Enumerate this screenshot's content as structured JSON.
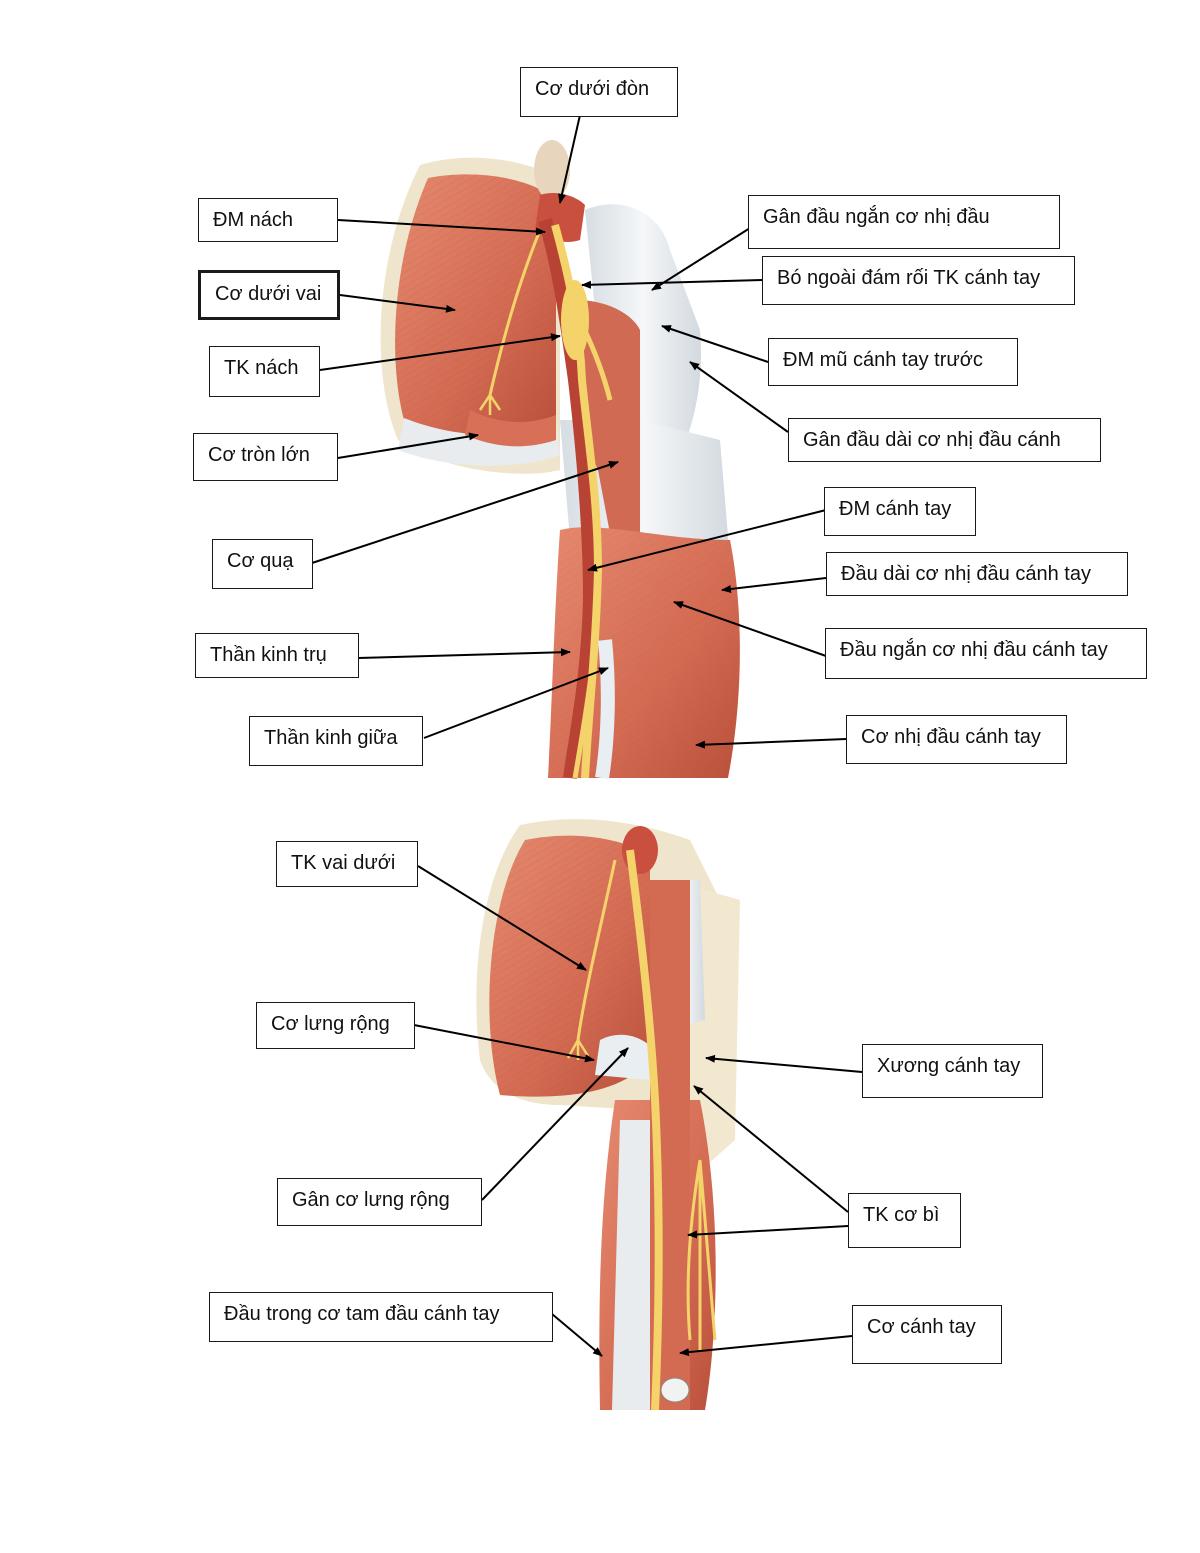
{
  "labels": {
    "co_duoi_don": "Cơ dưới đòn",
    "dm_nach": "ĐM nách",
    "gan_dau_ngan": "Gân đầu ngắn cơ nhị đầu",
    "bo_ngoai": "Bó ngoài đám rối TK cánh tay",
    "co_duoi_vai": "Cơ dưới vai",
    "tk_nach": "TK nách",
    "dm_mu": "ĐM mũ cánh tay trước",
    "gan_dau_dai": "Gân đầu dài cơ nhị đầu cánh",
    "co_tron_lon": "Cơ tròn lớn",
    "dm_canh_tay": "ĐM cánh tay",
    "co_qua": "Cơ quạ",
    "dau_dai": "Đầu dài cơ nhị đầu cánh tay",
    "dau_ngan": "Đầu ngắn cơ nhị đầu cánh tay",
    "than_kinh_tru": "Thần kinh trụ",
    "than_kinh_giua": "Thần kinh giữa",
    "co_nhi_dau": "Cơ nhị đầu cánh tay",
    "tk_vai_duoi": "TK vai dưới",
    "co_lung_rong": "Cơ lưng rộng",
    "xuong_canh_tay": "Xương cánh tay",
    "gan_co_lung_rong": "Gân cơ lưng rộng",
    "tk_co_bi": "TK cơ bì",
    "dau_trong": "Đầu trong cơ tam đầu cánh tay",
    "co_canh_tay": "Cơ cánh tay"
  },
  "colors": {
    "muscle": "#d9745a",
    "muscle_dark": "#b9503b",
    "tendon": "#e9eef2",
    "nerve": "#f3d36a",
    "artery": "#c8483a",
    "bone": "#f2e8cf"
  }
}
